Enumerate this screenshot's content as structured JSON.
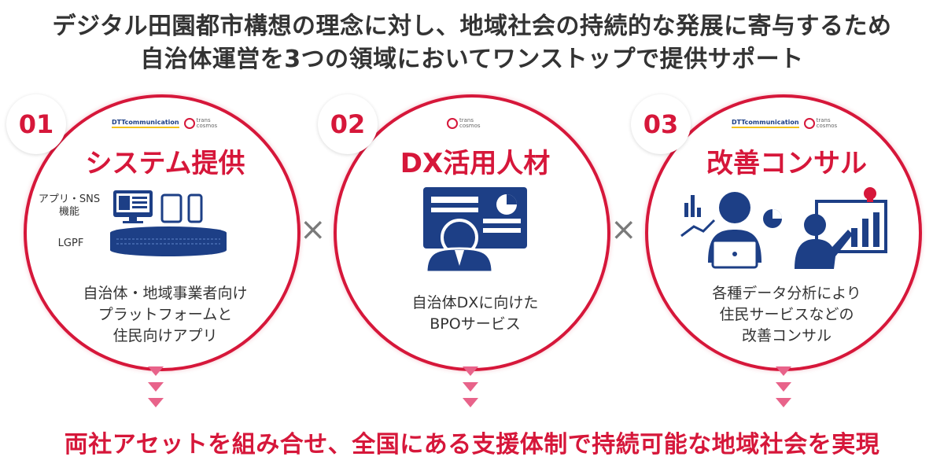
{
  "headline": {
    "line1": "デジタル田園都市構想の理念に対し、地域社会の持続的な発展に寄与するため",
    "line2": "自治体運営を3つの領域においてワンストップで提供サポート"
  },
  "pillars": [
    {
      "number": "01",
      "title": "システム提供",
      "labels": {
        "app": "アプリ・SNS",
        "func": "機能",
        "lgpf": "LGPF"
      },
      "description": [
        "自治体・地域事業者向け",
        "プラットフォームと",
        "住民向けアプリ"
      ],
      "logos": {
        "dim": "DTTcommunication",
        "tc": "trans cosmos"
      }
    },
    {
      "number": "02",
      "title": "DX活用人材",
      "description": [
        "自治体DXに向けた",
        "BPOサービス"
      ],
      "logos": {
        "tc": "trans cosmos"
      }
    },
    {
      "number": "03",
      "title": "改善コンサル",
      "description": [
        "各種データ分析により",
        "住民サービスなどの",
        "改善コンサル"
      ],
      "logos": {
        "dim": "DTTcommunication",
        "tc": "trans cosmos"
      }
    }
  ],
  "operator": "×",
  "bottom_text": "両社アセットを組み合せ、全国にある支援体制で持続可能な地域社会を実現",
  "colors": {
    "accent": "#d6173a",
    "navy": "#1d3f86",
    "text": "#333333",
    "arrow": "#e8638a"
  }
}
